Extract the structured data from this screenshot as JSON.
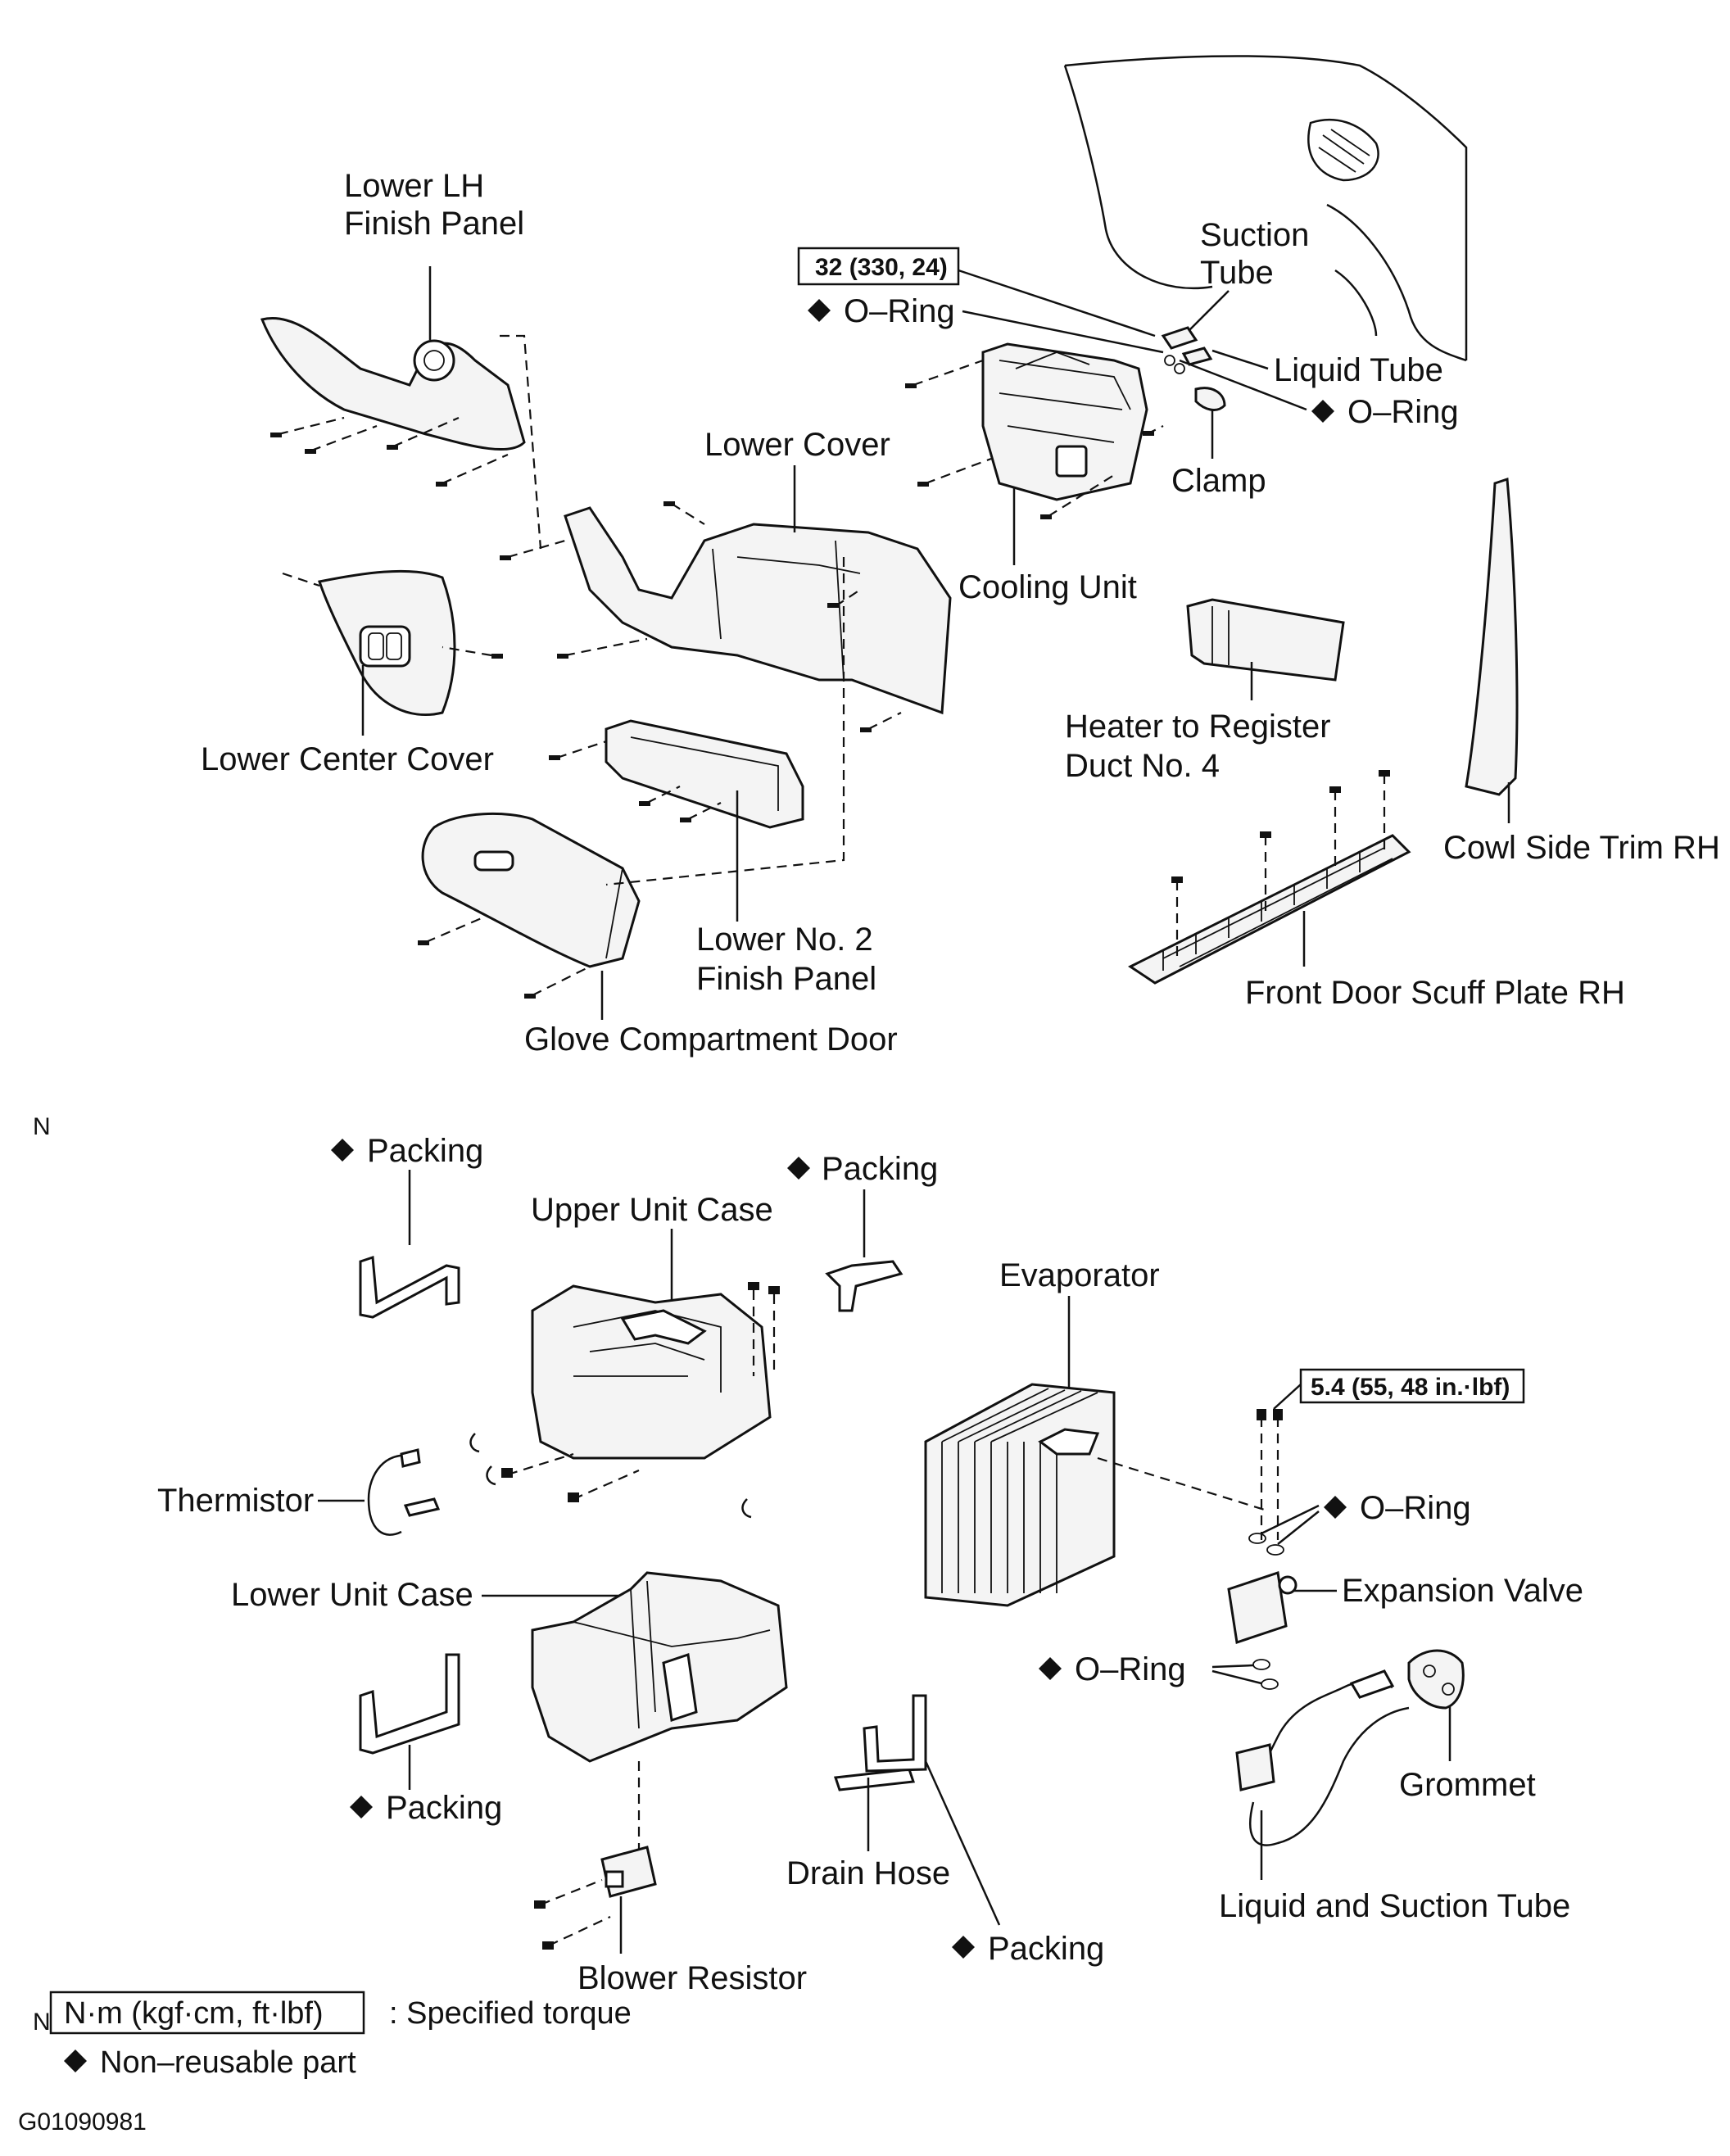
{
  "labels": {
    "lower_lh_finish_panel": "Lower LH\nFinish Panel",
    "lower_cover": "Lower Cover",
    "lower_center_cover": "Lower Center Cover",
    "lower_no2_finish_panel": "Lower No. 2\nFinish Panel",
    "glove_compartment_door": "Glove Compartment Door",
    "torque_top": "32 (330, 24)",
    "o_ring_top_left": "O–Ring",
    "suction_tube": "Suction\nTube",
    "liquid_tube": "Liquid Tube",
    "o_ring_top_right": "O–Ring",
    "clamp": "Clamp",
    "cooling_unit": "Cooling Unit",
    "heater_duct": "Heater to Register\nDuct No. 4",
    "cowl_side_trim": "Cowl Side Trim RH",
    "front_door_scuff": "Front Door Scuff Plate RH",
    "n_marker_1": "N",
    "packing_1": "Packing",
    "packing_2": "Packing",
    "upper_unit_case": "Upper Unit Case",
    "evaporator": "Evaporator",
    "torque_bottom": "5.4 (55, 48 in.·lbf)",
    "thermistor": "Thermistor",
    "o_ring_mid_1": "O–Ring",
    "expansion_valve": "Expansion Valve",
    "lower_unit_case": "Lower Unit Case",
    "o_ring_mid_2": "O–Ring",
    "grommet": "Grommet",
    "packing_3": "Packing",
    "drain_hose": "Drain Hose",
    "liquid_suction_tube": "Liquid and Suction Tube",
    "packing_4": "Packing",
    "blower_resistor": "Blower Resistor"
  },
  "legend": {
    "n_marker": "N",
    "torque_unit": "N·m (kgf·cm, ft·lbf)",
    "torque_desc": ": Specified torque",
    "nonreusable_desc": "Non–reusable part"
  },
  "figure_id": "G01090981",
  "colors": {
    "ink": "#111111",
    "paper": "#ffffff"
  }
}
